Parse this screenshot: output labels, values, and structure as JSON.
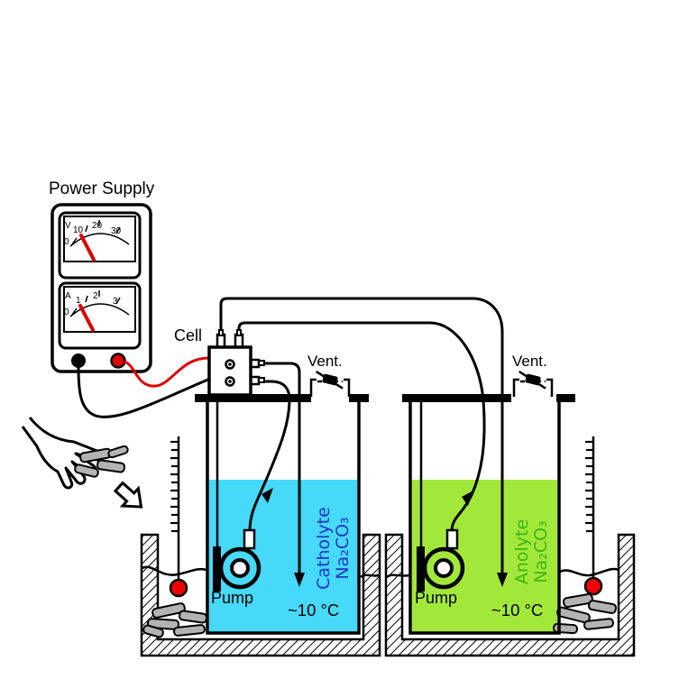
{
  "power_supply": {
    "label": "Power Supply",
    "voltmeter": {
      "unit": "V",
      "ticks": [
        "0",
        "10",
        "20",
        "30"
      ]
    },
    "ammeter": {
      "unit": "A",
      "ticks": [
        "0",
        "1",
        "2",
        "3"
      ]
    }
  },
  "cell": {
    "label": "Cell"
  },
  "left_reservoir": {
    "vent_label": "Vent.",
    "pump_label": "Pump",
    "electrolyte_name": "Catholyte",
    "electrolyte_formula": "Na₂CO₃",
    "temperature": "~10 °C"
  },
  "right_reservoir": {
    "vent_label": "Vent.",
    "pump_label": "Pump",
    "electrolyte_name": "Anolyte",
    "electrolyte_formula": "Na₂CO₃",
    "temperature": "~10 °C"
  },
  "colors": {
    "catholyte_liquid": "#46d9fa",
    "anolyte_liquid": "#a2e83a",
    "catholyte_text": "#2236c0",
    "anolyte_text": "#3cb414",
    "accent_red": "#dd0000",
    "ice_gray": "#b3b3b3"
  }
}
